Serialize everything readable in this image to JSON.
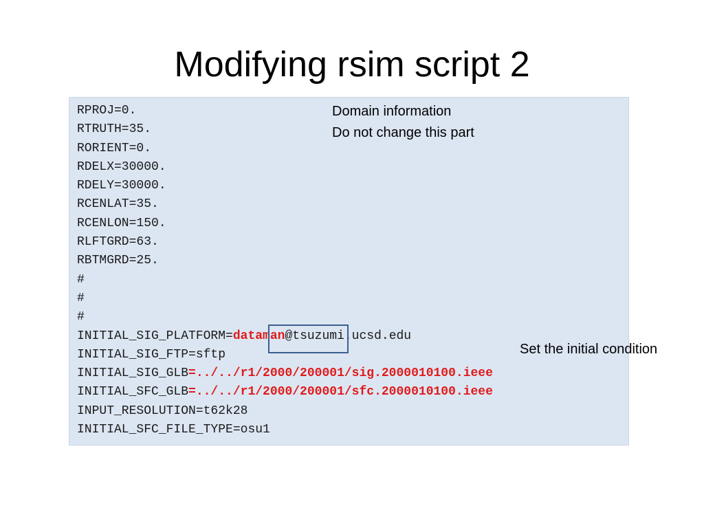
{
  "slide": {
    "title": "Modifying rsim script 2",
    "notes": {
      "domain_line1": "Domain information",
      "domain_line2": "Do not change this part",
      "initial_condition": "Set the initial condition"
    },
    "code": {
      "lines": [
        "RPROJ=0.",
        "RTRUTH=35.",
        "RORIENT=0.",
        "RDELX=30000.",
        "RDELY=30000.",
        "RCENLAT=35.",
        "RCENLON=150.",
        "RLFTGRD=63.",
        "RBTMGRD=25.",
        "#",
        "#",
        "#"
      ],
      "platform": {
        "prefix": "INITIAL_SIG_PLATFORM=",
        "user": "dataman",
        "host": "@tsuzumi.ucsd.edu"
      },
      "ftp": "INITIAL_SIG_FTP=sftp",
      "sig_glb": {
        "key": "INITIAL_SIG_GLB",
        "value": "=../../r1/2000/200001/sig.2000010100.ieee"
      },
      "sfc_glb": {
        "key": "INITIAL_SFC_GLB",
        "value": "=../../r1/2000/200001/sfc.2000010100.ieee"
      },
      "resolution": "INPUT_RESOLUTION=t62k28",
      "file_type": "INITIAL_SFC_FILE_TYPE=osu1"
    }
  },
  "colors": {
    "code_background": "#dce6f2",
    "highlight_text": "#e01b1b",
    "highlight_box_border": "#3a5f8f"
  }
}
